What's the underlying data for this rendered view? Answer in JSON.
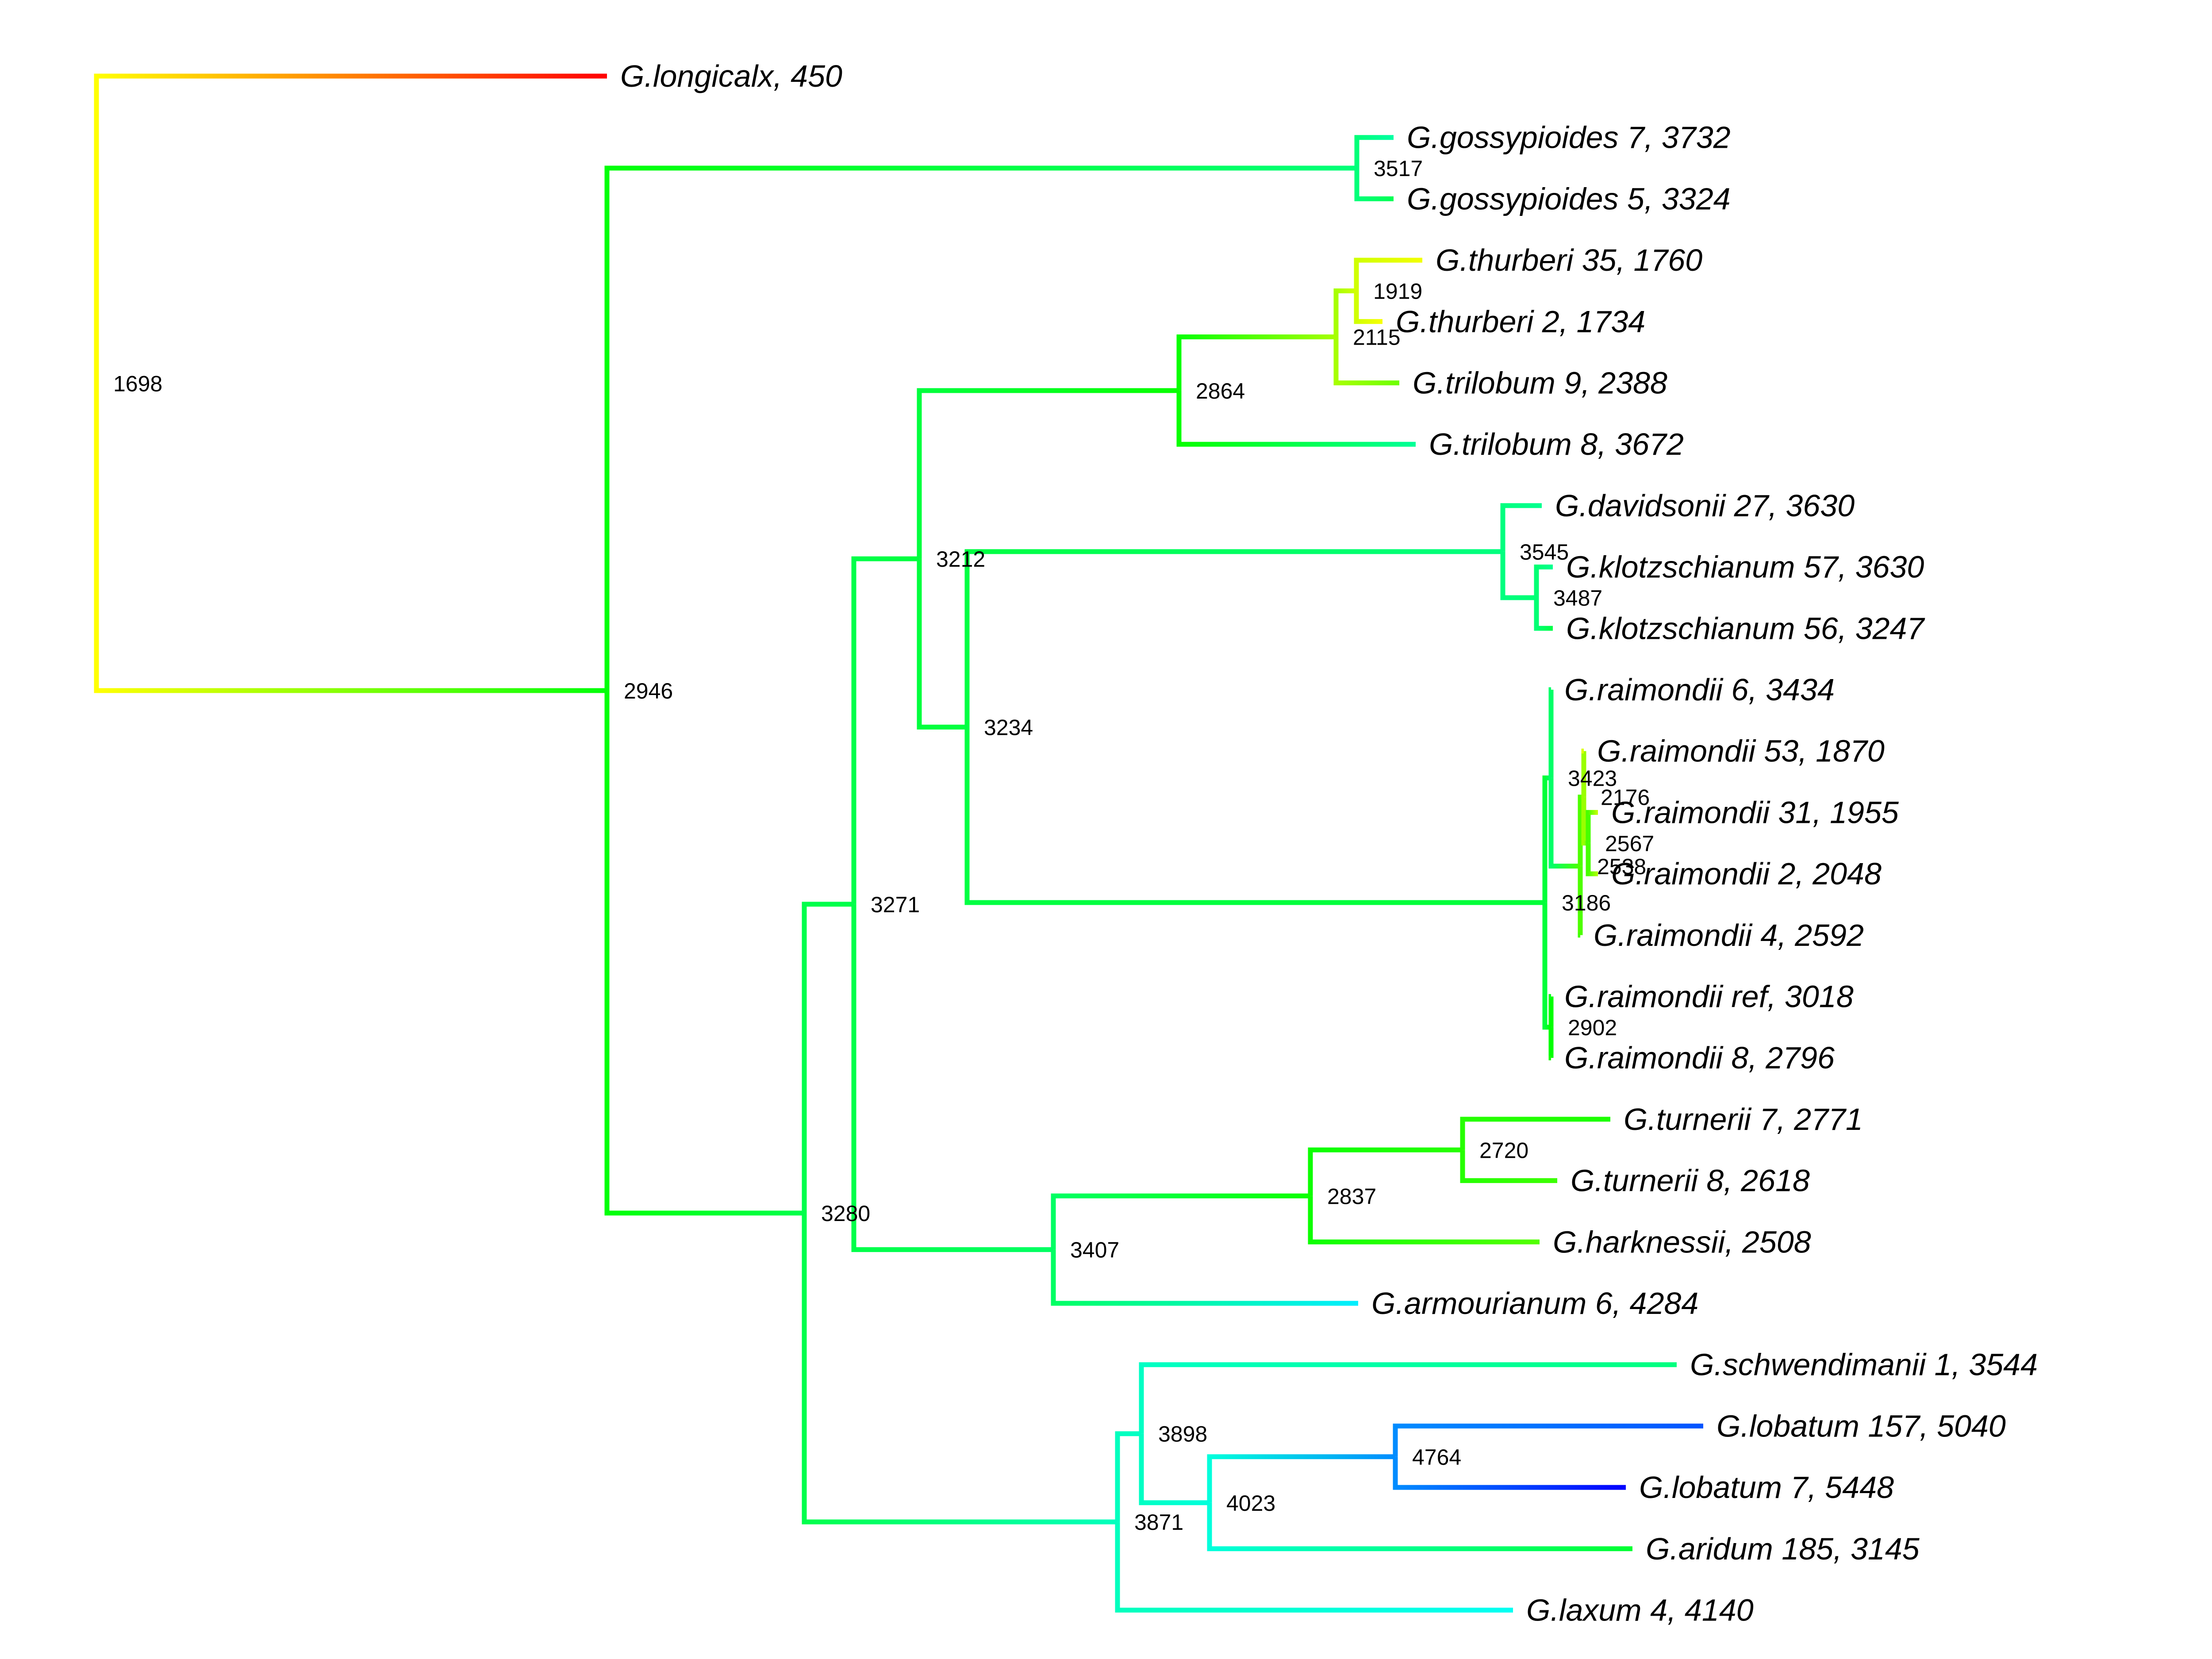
{
  "tree": {
    "nodes": {
      "n1698": {
        "label": "1698",
        "value": 1698,
        "children": [
          "L_longicalx",
          "n2946"
        ]
      },
      "n2946": {
        "label": "2946",
        "value": 2946,
        "children": [
          "n3517",
          "n3280"
        ]
      },
      "n3517": {
        "label": "3517",
        "value": 3517,
        "children": [
          "L_goss7",
          "L_goss5"
        ]
      },
      "n3280": {
        "label": "3280",
        "value": 3280,
        "children": [
          "n3271",
          "n3871"
        ]
      },
      "n3271": {
        "label": "3271",
        "value": 3271,
        "children": [
          "n3212",
          "n3407"
        ]
      },
      "n3212": {
        "label": "3212",
        "value": 3212,
        "children": [
          "n2864",
          "n3234"
        ]
      },
      "n2864": {
        "label": "2864",
        "value": 2864,
        "children": [
          "n2115",
          "L_tril8"
        ]
      },
      "n2115": {
        "label": "2115",
        "value": 2115,
        "children": [
          "n1919",
          "L_tril9"
        ]
      },
      "n1919": {
        "label": "1919",
        "value": 1919,
        "children": [
          "L_thur35",
          "L_thur2"
        ]
      },
      "n3234": {
        "label": "3234",
        "value": 3234,
        "children": [
          "n3545",
          "n3186"
        ]
      },
      "n3545": {
        "label": "3545",
        "value": 3545,
        "children": [
          "L_dav27",
          "n3487"
        ]
      },
      "n3487": {
        "label": "3487",
        "value": 3487,
        "children": [
          "L_klo57",
          "L_klo56"
        ]
      },
      "n3186": {
        "label": "3186",
        "value": 3186,
        "children": [
          "n3423",
          "n2902"
        ]
      },
      "n3423": {
        "label": "3423",
        "value": 3423,
        "children": [
          "L_rai6",
          "n2538"
        ]
      },
      "n2538": {
        "label": "2538",
        "value": 2538,
        "children": [
          "n2176",
          "L_rai4"
        ]
      },
      "n2176": {
        "label": "2176",
        "value": 2176,
        "children": [
          "L_rai53",
          "n2567"
        ]
      },
      "n2567": {
        "label": "2567",
        "value": 2567,
        "children": [
          "L_rai31",
          "L_rai2"
        ]
      },
      "n2902": {
        "label": "2902",
        "value": 2902,
        "children": [
          "L_raiRef",
          "L_rai8"
        ]
      },
      "n3407": {
        "label": "3407",
        "value": 3407,
        "children": [
          "n2837",
          "L_arm6"
        ]
      },
      "n2837": {
        "label": "2837",
        "value": 2837,
        "children": [
          "n2720",
          "L_hark"
        ]
      },
      "n2720": {
        "label": "2720",
        "value": 2720,
        "children": [
          "L_turn7",
          "L_turn8"
        ]
      },
      "n3871": {
        "label": "3871",
        "value": 3871,
        "children": [
          "n3898",
          "L_lax4"
        ]
      },
      "n3898": {
        "label": "3898",
        "value": 3898,
        "children": [
          "L_schw1",
          "n4023"
        ]
      },
      "n4023": {
        "label": "4023",
        "value": 4023,
        "children": [
          "n4764",
          "L_arid185"
        ]
      },
      "n4764": {
        "label": "4764",
        "value": 4764,
        "children": [
          "L_lob157",
          "L_lob7"
        ]
      },
      "L_longicalx": {
        "label": "G.longicalx, 450",
        "value": 450
      },
      "L_goss7": {
        "label": "G.gossypioides 7, 3732",
        "value": 3732
      },
      "L_goss5": {
        "label": "G.gossypioides 5, 3324",
        "value": 3324
      },
      "L_thur35": {
        "label": "G.thurberi 35, 1760",
        "value": 1760
      },
      "L_thur2": {
        "label": "G.thurberi 2, 1734",
        "value": 1734
      },
      "L_tril9": {
        "label": "G.trilobum 9, 2388",
        "value": 2388
      },
      "L_tril8": {
        "label": "G.trilobum 8, 3672",
        "value": 3672
      },
      "L_dav27": {
        "label": "G.davidsonii 27, 3630",
        "value": 3630
      },
      "L_klo57": {
        "label": "G.klotzschianum 57, 3630",
        "value": 3630
      },
      "L_klo56": {
        "label": "G.klotzschianum 56, 3247",
        "value": 3247
      },
      "L_rai6": {
        "label": "G.raimondii 6, 3434",
        "value": 3434
      },
      "L_rai53": {
        "label": "G.raimondii 53, 1870",
        "value": 1870
      },
      "L_rai31": {
        "label": "G.raimondii 31, 1955",
        "value": 1955
      },
      "L_rai2": {
        "label": "G.raimondii 2, 2048",
        "value": 2048
      },
      "L_rai4": {
        "label": "G.raimondii 4, 2592",
        "value": 2592
      },
      "L_raiRef": {
        "label": "G.raimondii ref, 3018",
        "value": 3018
      },
      "L_rai8": {
        "label": "G.raimondii 8, 2796",
        "value": 2796
      },
      "L_turn7": {
        "label": "G.turnerii 7, 2771",
        "value": 2771
      },
      "L_turn8": {
        "label": "G.turnerii 8, 2618",
        "value": 2618
      },
      "L_hark": {
        "label": "G.harknessii, 2508",
        "value": 2508
      },
      "L_arm6": {
        "label": "G.armourianum 6, 4284",
        "value": 4284
      },
      "L_schw1": {
        "label": "G.schwendimanii 1, 3544",
        "value": 3544
      },
      "L_lob157": {
        "label": "G.lobatum 157, 5040",
        "value": 5040
      },
      "L_lob7": {
        "label": "G.lobatum 7, 5448",
        "value": 5448
      },
      "L_arid185": {
        "label": "G.aridum 185, 3145",
        "value": 3145
      },
      "L_lax4": {
        "label": "G.laxum 4, 4140",
        "value": 4140
      }
    },
    "leaf_order": [
      "L_longicalx",
      "L_goss7",
      "L_goss5",
      "L_thur35",
      "L_thur2",
      "L_tril9",
      "L_tril8",
      "L_dav27",
      "L_klo57",
      "L_klo56",
      "L_rai6",
      "L_rai53",
      "L_rai31",
      "L_rai2",
      "L_rai4",
      "L_raiRef",
      "L_rai8",
      "L_turn7",
      "L_turn8",
      "L_hark",
      "L_arm6",
      "L_schw1",
      "L_lob157",
      "L_lob7",
      "L_arid185",
      "L_lax4"
    ],
    "color_scale": {
      "stops": [
        {
          "value": 450,
          "color": "#ff0000"
        },
        {
          "value": 1700,
          "color": "#ffff00"
        },
        {
          "value": 2900,
          "color": "#00ff00"
        },
        {
          "value": 4200,
          "color": "#00ffff"
        },
        {
          "value": 5450,
          "color": "#0000ff"
        }
      ]
    }
  }
}
